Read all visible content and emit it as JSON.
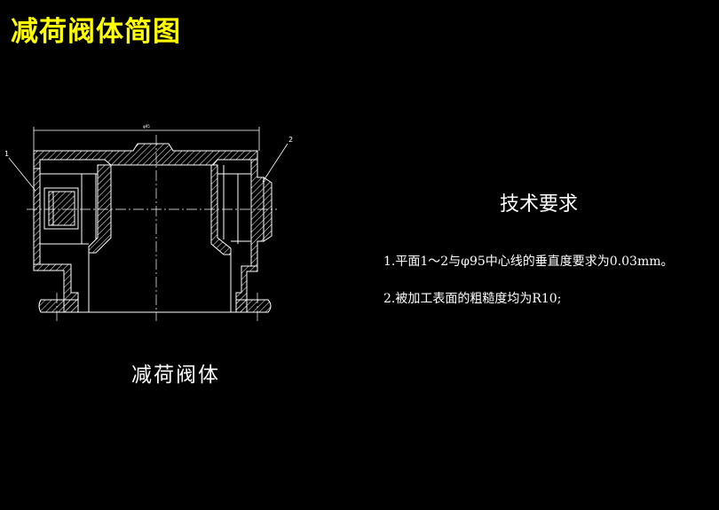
{
  "title": "减荷阀体简图",
  "part_name": "减荷阀体",
  "requirements": {
    "heading": "技术要求",
    "items": [
      "1.平面1～2与φ95中心线的垂直度要求为0.03mm。",
      "2.被加工表面的粗糙度均为R10;"
    ]
  },
  "drawing": {
    "callout_1": "1",
    "callout_2": "2",
    "dim_label": "φ95",
    "line_color": "#ffffff",
    "hatch_color": "#ffffff"
  }
}
